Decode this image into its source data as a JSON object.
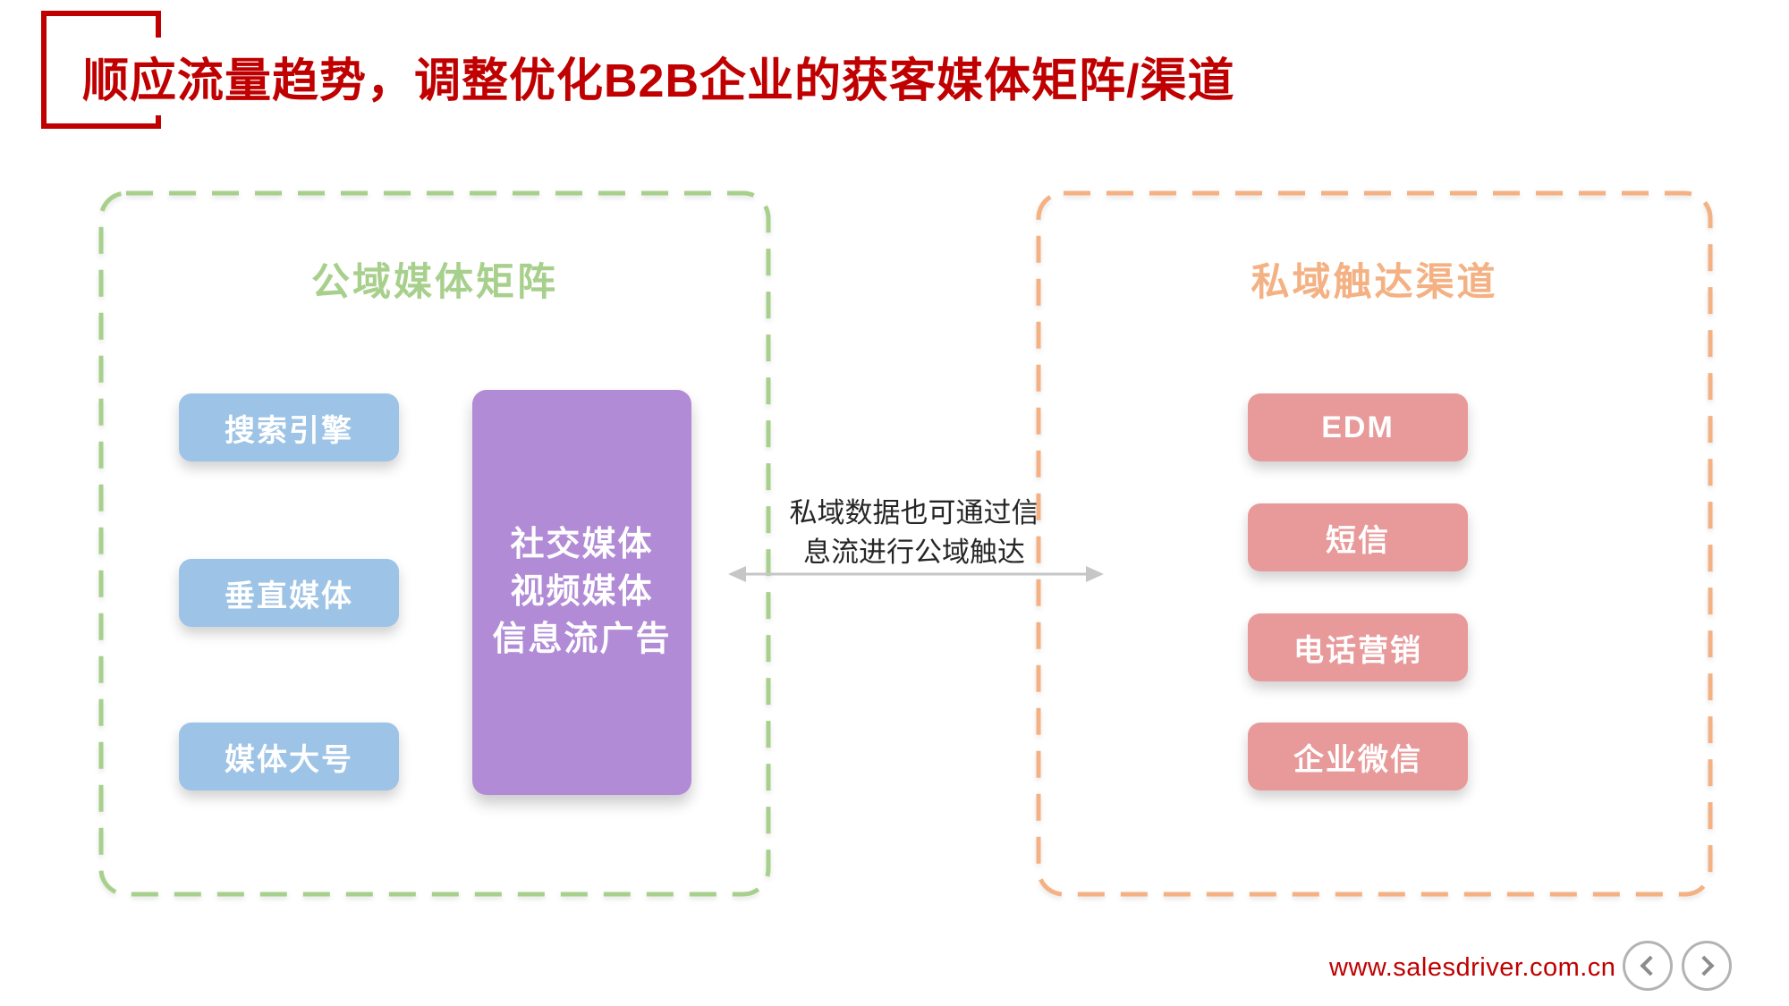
{
  "slide": {
    "title": "顺应流量趋势，调整优化B2B企业的获客媒体矩阵/渠道"
  },
  "panels": {
    "public": {
      "title": "公域媒体矩阵",
      "items": [
        "搜索引擎",
        "垂直媒体",
        "媒体大号"
      ],
      "highlight": "社交媒体\n视频媒体\n信息流广告"
    },
    "private": {
      "title": "私域触达渠道",
      "items": [
        "EDM",
        "短信",
        "电话营销",
        "企业微信"
      ]
    }
  },
  "connector": {
    "label": "私域数据也可通过信\n息流进行公域触达"
  },
  "footer": {
    "url": "www.salesdriver.com.cn"
  },
  "colors": {
    "accent_red": "#C00000",
    "public_green": "#A8D08D",
    "channel_blue": "#9DC3E6",
    "feed_purple": "#B28BD6",
    "private_orange": "#F4B183",
    "channel_pink": "#E89999",
    "arrow_gray": "#C6C6C6"
  },
  "icons": {
    "nav_prev": "chevron-left",
    "nav_next": "chevron-right"
  }
}
